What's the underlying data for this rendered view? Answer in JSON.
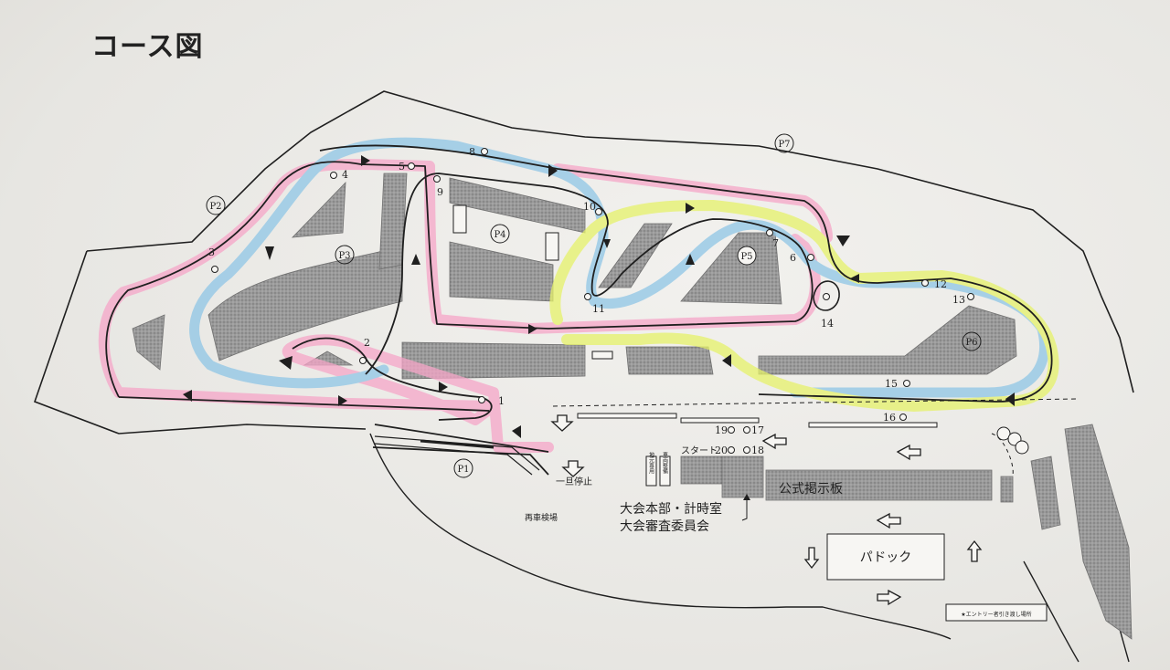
{
  "title": "コース図",
  "parking_labels": [
    "P1",
    "P2",
    "P3",
    "P4",
    "P5",
    "P6",
    "P7"
  ],
  "checkpoints": [
    "1",
    "2",
    "3",
    "4",
    "5",
    "6",
    "7",
    "8",
    "9",
    "10",
    "11",
    "12",
    "13",
    "14",
    "15",
    "16",
    "17",
    "18",
    "19",
    "20"
  ],
  "start_label": "スタート",
  "stop_label": "一旦停止",
  "hq_label": "大会本部・計時室",
  "committee_label": "大会審査委員会",
  "board_label": "公式掲示板",
  "paddock_label": "パドック",
  "recheck_label": "再車検場",
  "sign_left": "地元専用",
  "sign_right": "車両整備",
  "entry_label": "★エントリー者引き渡し場所",
  "colors": {
    "pink": "#f6a6c8",
    "blue": "#8fc6e6",
    "yellow": "#e6f26a",
    "gray_block": "#9a9a9a",
    "ink": "#1f1f1f"
  }
}
